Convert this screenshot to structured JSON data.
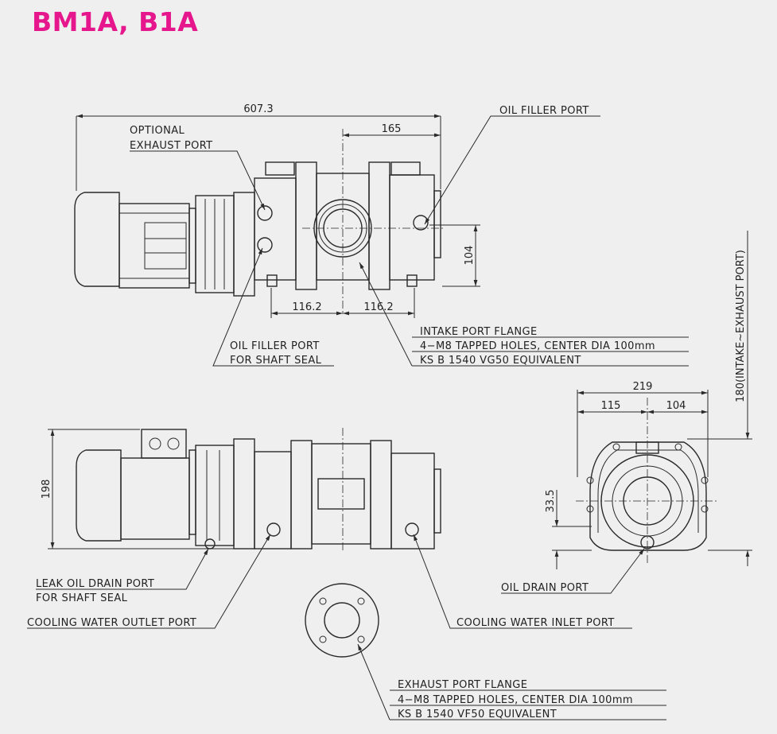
{
  "title": "BM1A, B1A",
  "colors": {
    "title": "#e6168c",
    "background": "#efefef",
    "line": "#2a2a2a"
  },
  "dimensions": {
    "overall_length": "607.3",
    "flange_offset": "165",
    "left_half": "116.2",
    "right_half": "116.2",
    "intake_height": "104",
    "side_height": "198",
    "end_width": "219",
    "end_left": "115",
    "end_right": "104",
    "drain_height": "33.5",
    "port_span": "180(INTAKE~EXHAUST PORT)"
  },
  "labels": {
    "optional_exhaust_1": "OPTIONAL",
    "optional_exhaust_2": "EXHAUST PORT",
    "oil_filler_port": "OIL FILLER PORT",
    "oil_filler_shaft_1": "OIL FILLER PORT",
    "oil_filler_shaft_2": "FOR SHAFT SEAL",
    "intake_flange_1": "INTAKE PORT FLANGE",
    "intake_flange_2": "4−M8 TAPPED HOLES, CENTER DIA 100mm",
    "intake_flange_3": "KS B 1540 VG50 EQUIVALENT",
    "leak_oil_1": "LEAK OIL DRAIN PORT",
    "leak_oil_2": "FOR SHAFT SEAL",
    "cooling_outlet": "COOLING WATER OUTLET PORT",
    "cooling_inlet": "COOLING WATER INLET PORT",
    "oil_drain": "OIL DRAIN PORT",
    "exhaust_flange_1": "EXHAUST PORT FLANGE",
    "exhaust_flange_2": "4−M8 TAPPED HOLES, CENTER DIA 100mm",
    "exhaust_flange_3": "KS B 1540 VF50 EQUIVALENT"
  }
}
